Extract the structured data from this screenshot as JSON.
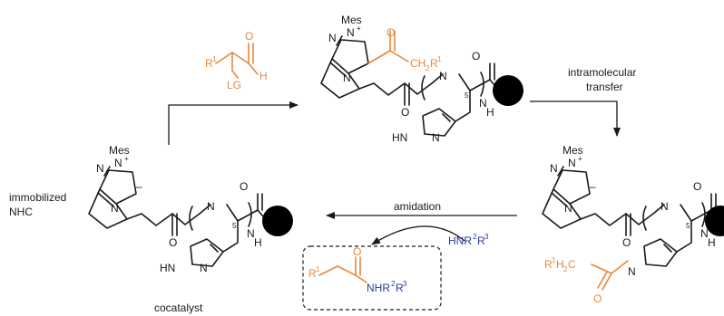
{
  "atoms": {
    "mes": "Mes",
    "n": "N",
    "n_plus": "N",
    "plus": "+",
    "minus": "–",
    "nh": "N",
    "h": "H",
    "hn": "HN",
    "o": "O",
    "h_ald": "H",
    "lg": "LG",
    "r": "R",
    "sup1": "1",
    "sup2": "2",
    "sup3": "3",
    "ch2r1": "CH",
    "sub2": "2",
    "r1h2c_r": "R",
    "r1h2c_h2c": "H",
    "r1h2c_c": "C",
    "nhr": "NHR",
    "hnr": "HNR",
    "five": "5"
  },
  "labels": {
    "immobilized_line1": "immobilized",
    "immobilized_line2": "NHC",
    "cocatalyst": "cocatalyst",
    "intramolecular_line1": "intramolecular",
    "intramolecular_line2": "transfer",
    "amidation": "amidation"
  },
  "colors": {
    "orange": "#e8873a",
    "blue": "#2b3a9e",
    "black": "#1a1a1a",
    "resin": "#000000"
  }
}
